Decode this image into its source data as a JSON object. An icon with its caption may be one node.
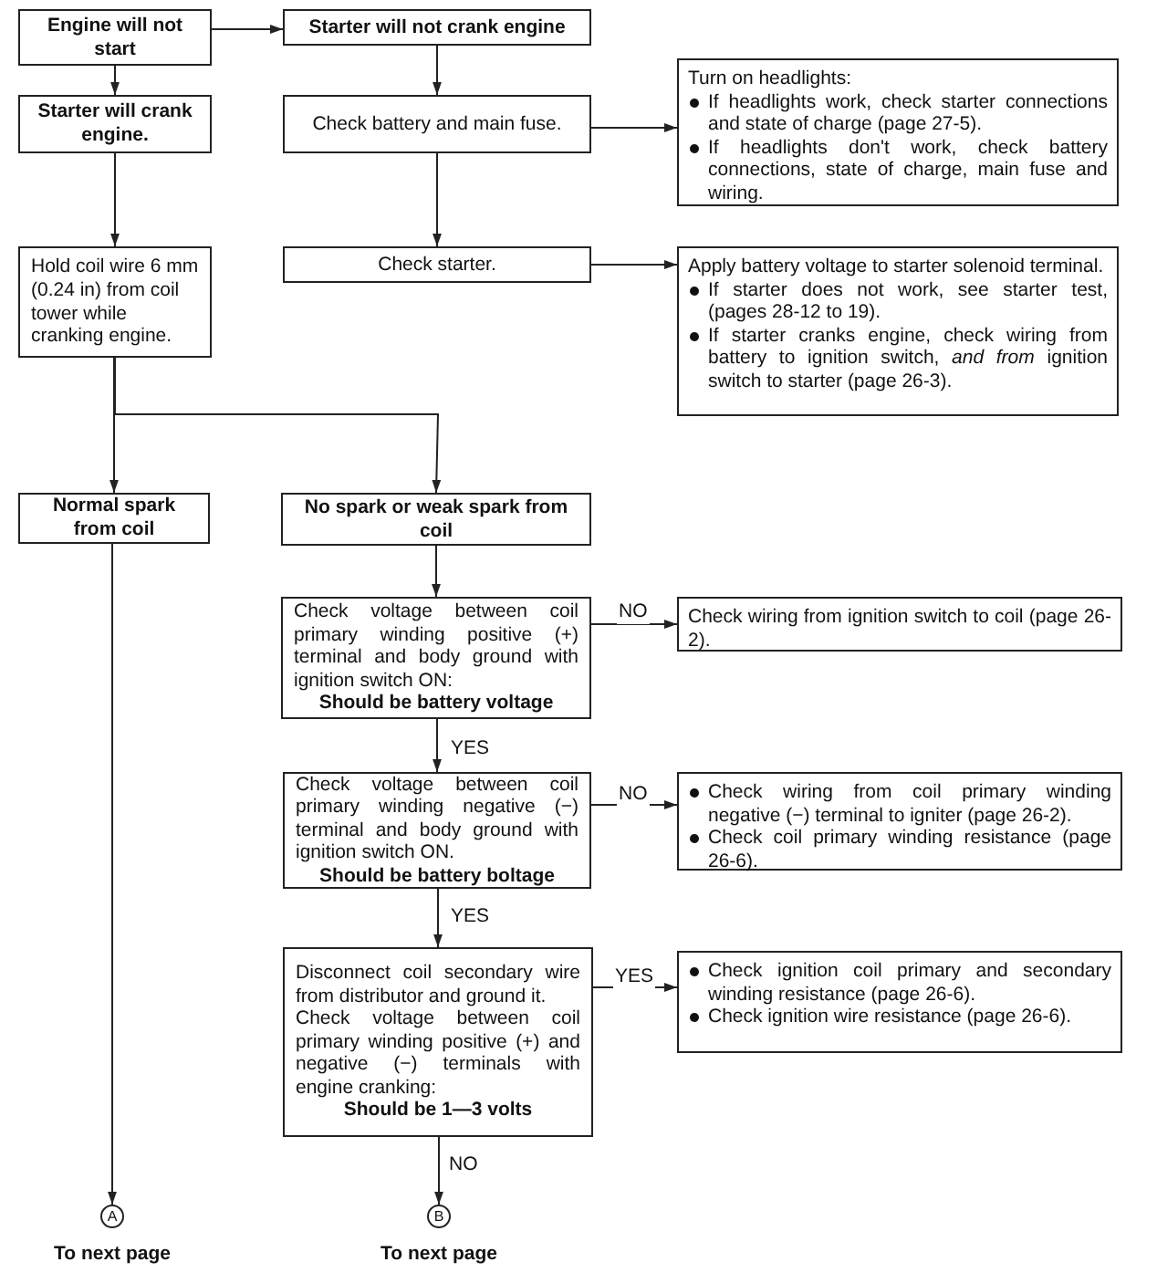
{
  "diagram": {
    "nodes": [
      {
        "text": [
          "Engine will not start"
        ]
      },
      {
        "text": [
          "Starter will not crank engine"
        ]
      },
      {
        "text": [
          "Starter will crank engine."
        ]
      },
      {
        "text": [
          "Check battery and main fuse."
        ]
      },
      {
        "text": [
          "Turn on headlights:",
          "If headlights work, check starter connections and state of charge (page 27-5).",
          "If headlights don't work, check battery connections, state of charge, main fuse and wiring."
        ]
      },
      {
        "text": [
          "Hold coil wire 6 mm (0.24 in) from coil tower while cranking engine."
        ]
      },
      {
        "text": [
          "Check starter."
        ]
      },
      {
        "text": [
          "Apply battery voltage to starter solenoid terminal.",
          "If starter does not work, see starter test, (pages 28-12 to 19).",
          "If starter cranks engine, check wiring from battery to ignition switch, *and from* ignition switch to starter (page 26-3)."
        ]
      },
      {
        "text": [
          "Normal spark from coil"
        ]
      },
      {
        "text": [
          "No spark or weak spark from coil"
        ]
      },
      {
        "text": [
          "Check voltage between coil primary winding positive (+) terminal and body ground with ignition switch ON:",
          "Should be battery voltage"
        ]
      },
      {
        "text": [
          "Check wiring from ignition switch to coil (page 26-2)."
        ]
      },
      {
        "text": [
          "Check voltage between coil primary winding negative (−) terminal and body ground with ignition switch ON.",
          "Should be battery boltage"
        ]
      },
      {
        "text": [
          "Check wiring from coil primary winding negative (−) terminal to igniter (page 26-2).",
          "Check coil primary winding resistance (page 26-6)."
        ]
      },
      {
        "text": [
          "Disconnect coil secondary wire from distributor and ground it.",
          "Check voltage between coil primary winding positive (+) and negative (−) terminals with engine cranking:",
          "Should be 1—3 volts"
        ]
      },
      {
        "text": [
          "Check ignition coil primary and secondary winding resistance (page 26-6).",
          "Check ignition wire resistance (page 26-6)."
        ]
      },
      {
        "text": [
          "A"
        ],
        "beside": [
          "To next page"
        ]
      },
      {
        "text": [
          "B"
        ],
        "beside": [
          "To next page"
        ]
      }
    ],
    "edges": [
      {
        "from": 0,
        "to": 1,
        "arrow": "to"
      },
      {
        "from": 0,
        "to": 2,
        "arrow": "to"
      },
      {
        "from": 1,
        "to": 3,
        "arrow": "to"
      },
      {
        "from": 3,
        "to": 4,
        "arrow": "to"
      },
      {
        "from": 2,
        "to": 5,
        "arrow": "to"
      },
      {
        "from": 3,
        "to": 6,
        "arrow": "to"
      },
      {
        "from": 6,
        "to": 7,
        "arrow": "to"
      },
      {
        "from": 5,
        "to": 8,
        "arrow": "to"
      },
      {
        "from": 5,
        "to": 9,
        "arrow": "to"
      },
      {
        "from": 9,
        "to": 10,
        "arrow": "to"
      },
      {
        "from": 10,
        "to": 11,
        "arrow": "to",
        "label": "NO"
      },
      {
        "from": 10,
        "to": 12,
        "arrow": "to",
        "label": "YES"
      },
      {
        "from": 12,
        "to": 13,
        "arrow": "to",
        "label": "NO"
      },
      {
        "from": 12,
        "to": 14,
        "arrow": "to",
        "label": "YES"
      },
      {
        "from": 14,
        "to": 15,
        "arrow": "to",
        "label": "YES"
      },
      {
        "from": 14,
        "to": 17,
        "arrow": "to",
        "label": "NO"
      },
      {
        "from": 8,
        "to": 16,
        "arrow": "to"
      }
    ]
  }
}
